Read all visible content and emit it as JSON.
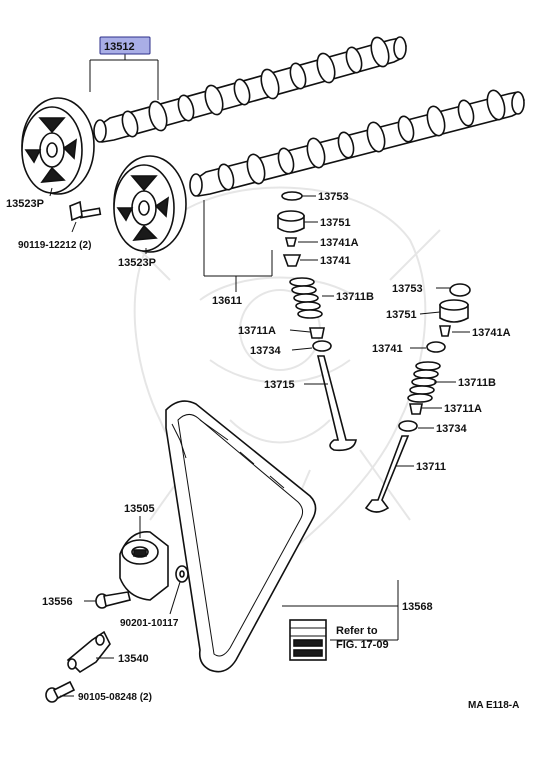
{
  "parts": {
    "camshaft_highlight": "13512",
    "camshaft_right": "13611",
    "pulley_left": "13523P",
    "pulley_right": "13523P",
    "bolt_pulley": "90119-12212 (2)",
    "shim_a": "13753",
    "lifter_a": "13751",
    "keeper_a": "13741A",
    "retainer_a": "13741",
    "spring_a": "13711B",
    "seat_a": "13711A",
    "seal_a": "13734",
    "valve_a": "13715",
    "shim_b": "13753",
    "lifter_b": "13751",
    "keeper_b": "13741A",
    "retainer_b": "13741",
    "spring_b": "13711B",
    "seat_b": "13711A",
    "seal_b": "13734",
    "valve_b": "13711",
    "idler": "13505",
    "idler_bolt": "13556",
    "washer": "90201-10117",
    "belt": "13568",
    "bracket": "13540",
    "bracket_bolt": "90105-08248 (2)",
    "refer_line1": "Refer to",
    "refer_line2": "FIG. 17-09",
    "diagram_code": "MA E118-A"
  },
  "colors": {
    "highlight_fill": "#a9aee6",
    "highlight_border": "#2c2f8a",
    "ink": "#111111"
  }
}
